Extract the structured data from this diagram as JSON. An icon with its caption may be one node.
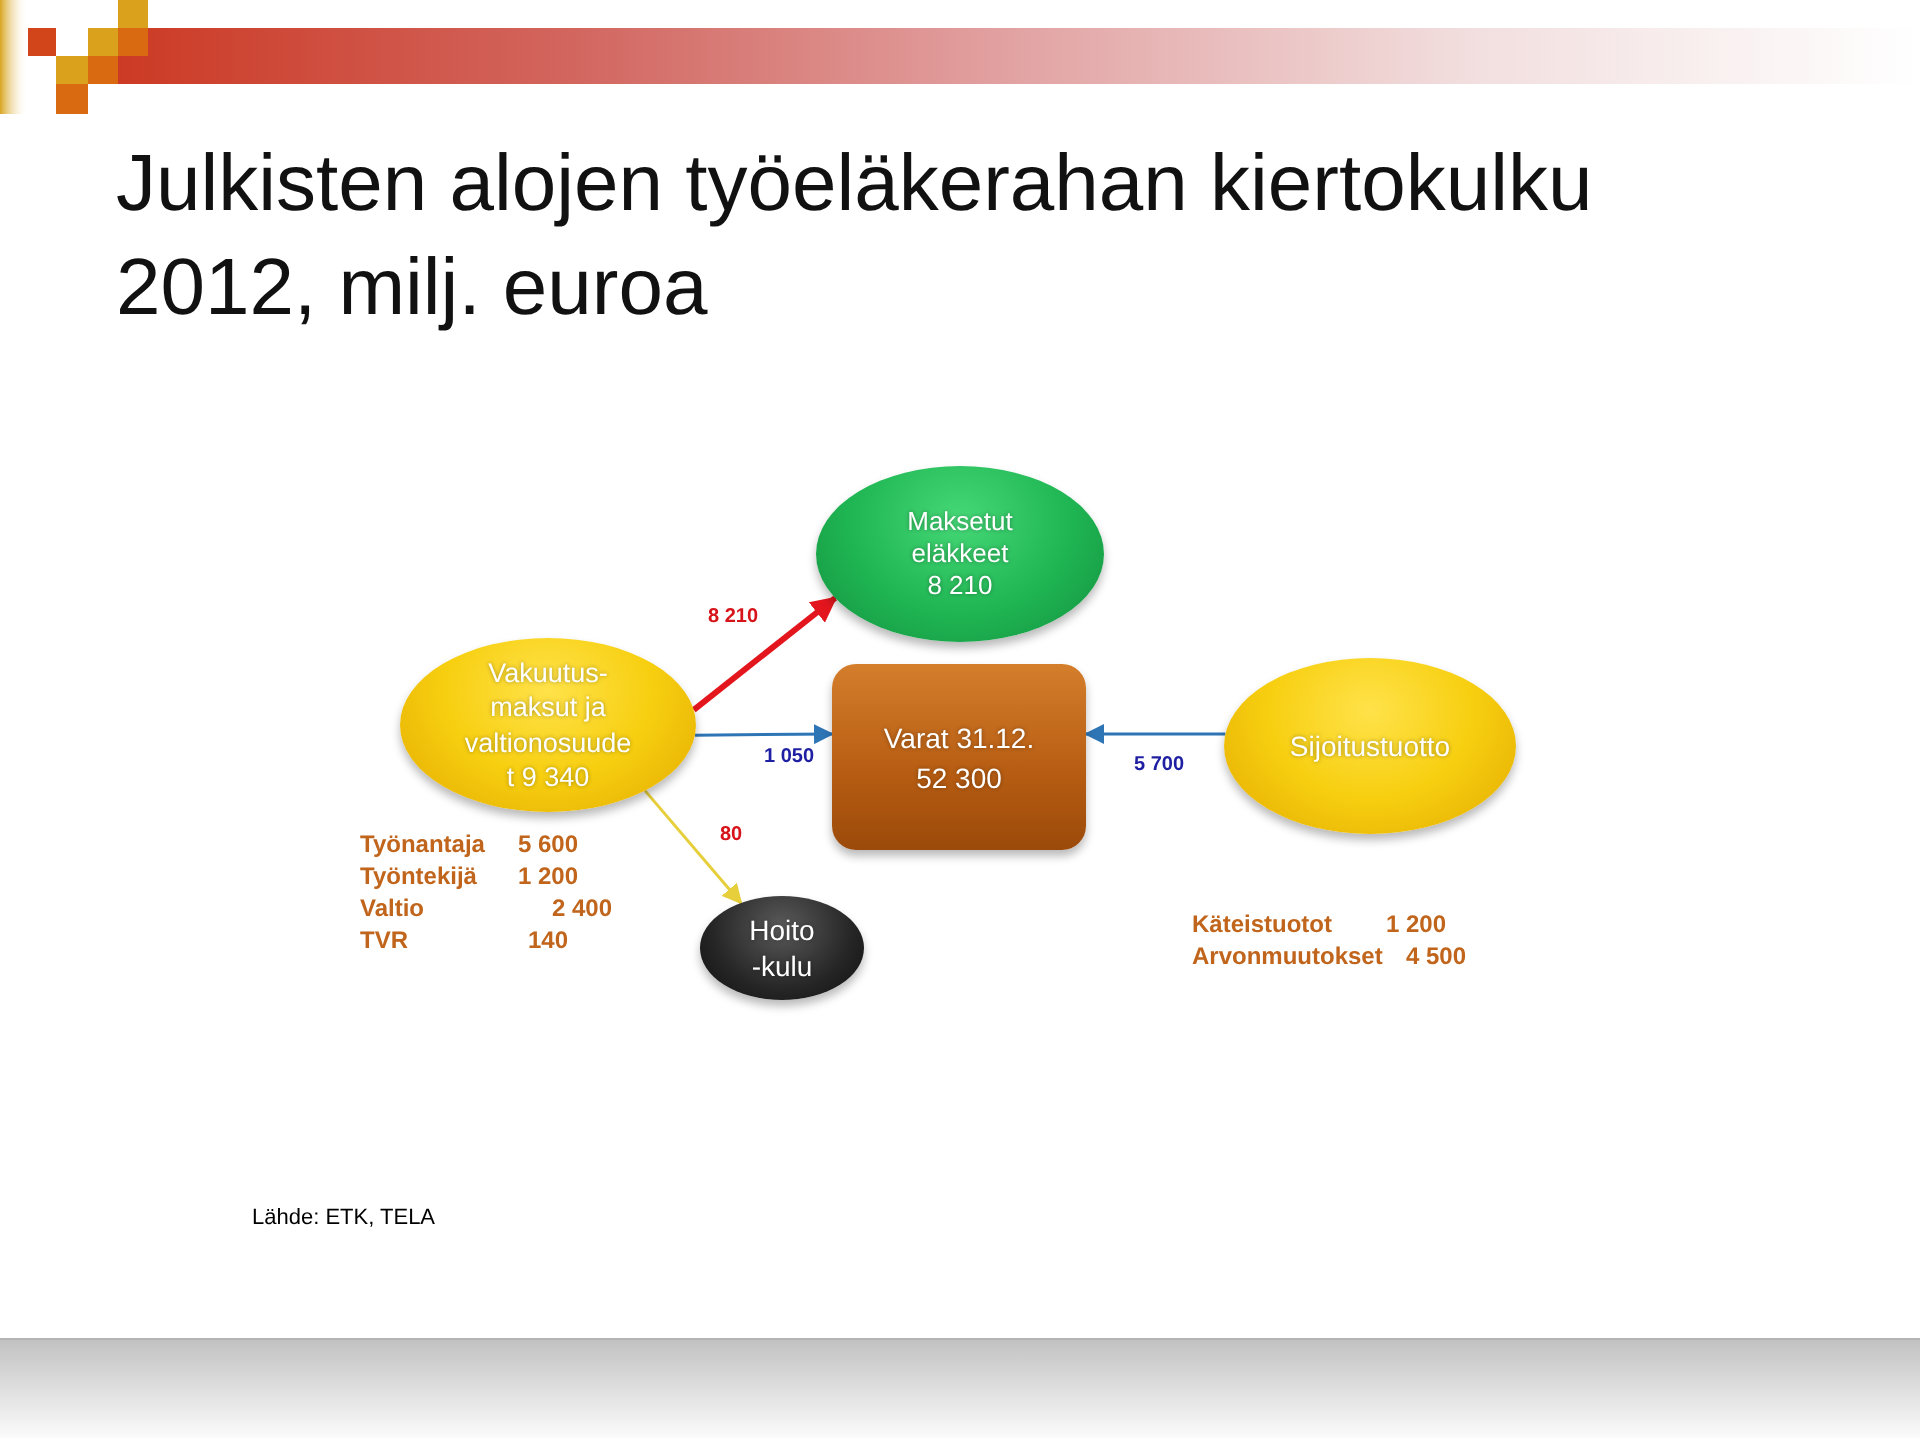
{
  "diagram": {
    "title": "Julkisten alojen työeläkerahan kiertokulku 2012, milj. euroa",
    "nodes": [
      {
        "text": [
          "Maksetut eläkkeet 8 210"
        ]
      },
      {
        "text": [
          "Vakuutus- maksut ja valtionosuude t 9 340"
        ]
      },
      {
        "text": [
          "Varat 31.12.",
          "52 300"
        ]
      },
      {
        "text": [
          "Sijoitustuotto"
        ]
      },
      {
        "text": [
          "Hoito -kulu"
        ]
      }
    ],
    "edges": [
      {
        "from": 1,
        "to": 0,
        "arrow": "to",
        "label": "8 210",
        "style": "thick",
        "color": "#e3161e"
      },
      {
        "from": 1,
        "to": 2,
        "arrow": "to",
        "label": "1 050"
      },
      {
        "from": 3,
        "to": 2,
        "arrow": "to",
        "label": "5 700"
      },
      {
        "from": 1,
        "to": 4,
        "arrow": "to",
        "label": "80",
        "color": "#e6cf3a"
      }
    ],
    "labels": [
      "Työnantaja",
      "5 600",
      "Työntekijä",
      "1 200",
      "Valtio",
      "2 400",
      "TVR",
      "140",
      "Käteistuotot",
      "1 200",
      "Arvonmuutokset",
      "4 500",
      "Lähde: ETK, TELA"
    ]
  }
}
